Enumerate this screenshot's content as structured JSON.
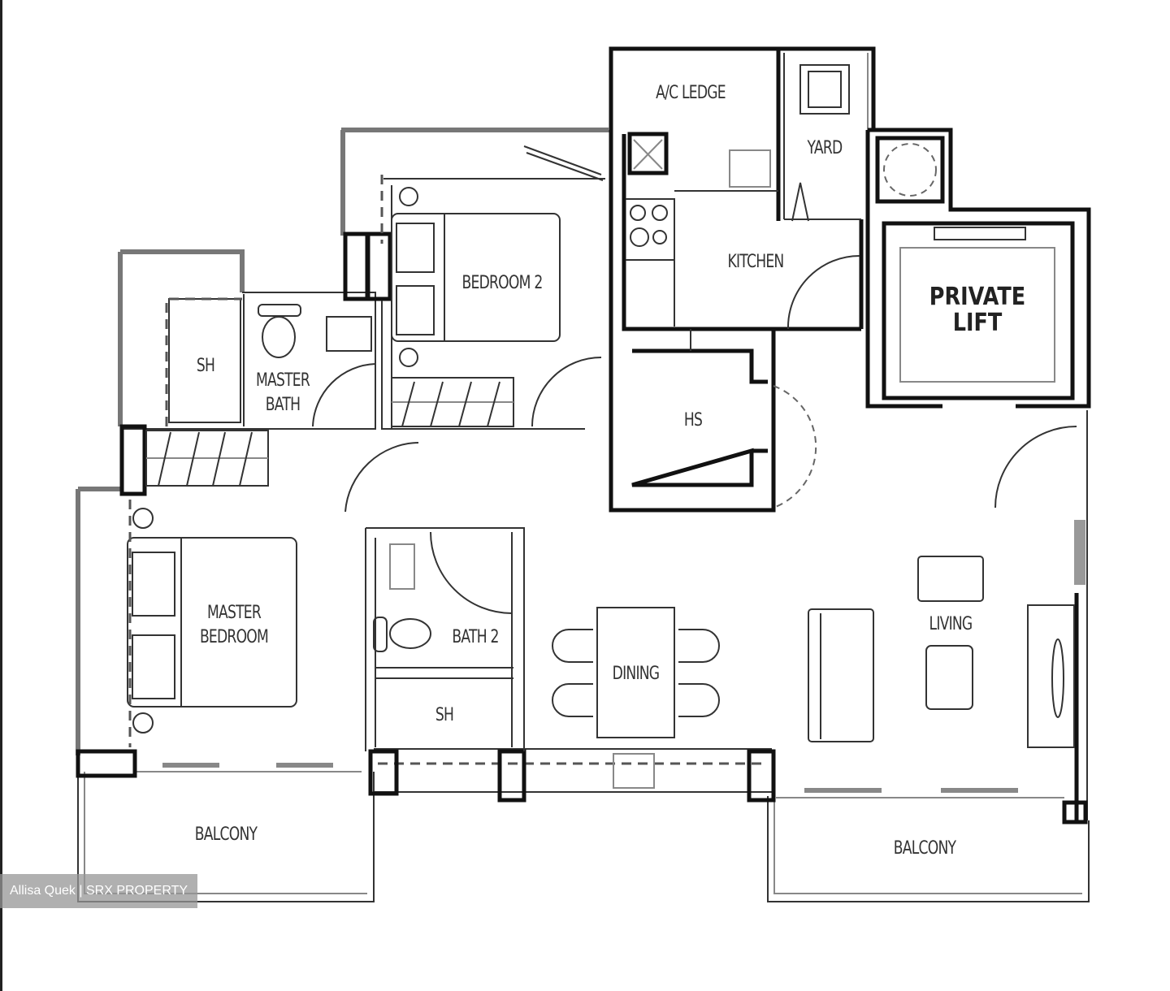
{
  "plan": {
    "type": "apartment floor plan",
    "rooms": [
      {
        "id": "ac_ledge",
        "label": "A/C LEDGE"
      },
      {
        "id": "yard",
        "label": "YARD"
      },
      {
        "id": "kitchen",
        "label": "KITCHEN"
      },
      {
        "id": "private_lift",
        "label": "PRIVATE LIFT",
        "line1": "PRIVATE",
        "line2": "LIFT"
      },
      {
        "id": "bedroom_2",
        "label": "BEDROOM 2"
      },
      {
        "id": "master_bath_sh",
        "label": "SH"
      },
      {
        "id": "master_bath",
        "label": "MASTER BATH",
        "line1": "MASTER",
        "line2": "BATH"
      },
      {
        "id": "hs",
        "label": "HS"
      },
      {
        "id": "master_bedroom",
        "label": "MASTER BEDROOM",
        "line1": "MASTER",
        "line2": "BEDROOM"
      },
      {
        "id": "bath_2",
        "label": "BATH 2"
      },
      {
        "id": "bath_2_sh",
        "label": "SH"
      },
      {
        "id": "dining",
        "label": "DINING"
      },
      {
        "id": "living",
        "label": "LIVING"
      },
      {
        "id": "balcony_left",
        "label": "BALCONY"
      },
      {
        "id": "balcony_right",
        "label": "BALCONY"
      }
    ]
  },
  "watermark": {
    "text": "Allisa Quek | SRX PROPERTY"
  },
  "colors": {
    "wall": "#111111",
    "line": "#333333",
    "label": "#333333",
    "watermark_bg": "#969696",
    "watermark_text": "#ffffff"
  }
}
